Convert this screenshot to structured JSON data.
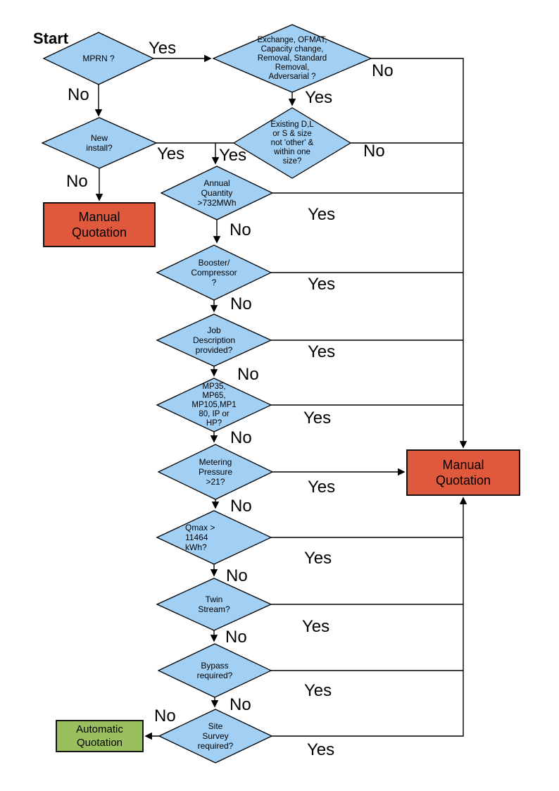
{
  "colors": {
    "decision_fill": "#A2CFF4",
    "manual_fill": "#E0593C",
    "automatic_fill": "#9ABF5F",
    "line": "#000000",
    "background": "#FFFFFF"
  },
  "nodes": {
    "start": {
      "type": "label",
      "label": "Start"
    },
    "mprn": {
      "type": "decision",
      "label": "MPRN ?"
    },
    "exchange": {
      "type": "decision",
      "label": "Exchange, OFMAT,\nCapacity change,\nRemoval, Standard\nRemoval,\nAdversarial ?"
    },
    "new_install": {
      "type": "decision",
      "label": "New\ninstall?"
    },
    "existing_size": {
      "type": "decision",
      "label": "Existing D,L\nor S & size\nnot 'other' &\nwithin one\nsize?"
    },
    "annual_quantity": {
      "type": "decision",
      "label": "Annual\nQuantity\n>732MWh"
    },
    "booster": {
      "type": "decision",
      "label": "Booster/\nCompressor\n?"
    },
    "job_description": {
      "type": "decision",
      "label": "Job\nDescription\nprovided?"
    },
    "mp_tier": {
      "type": "decision",
      "label": "MP35,\nMP65,\nMP105,MP1\n80, IP or\nHP?"
    },
    "metering_pressure": {
      "type": "decision",
      "label": "Metering\nPressure\n>21?"
    },
    "qmax": {
      "type": "decision",
      "label": "Qmax >\n11464\nkWh?"
    },
    "twin_stream": {
      "type": "decision",
      "label": "Twin\nStream?"
    },
    "bypass": {
      "type": "decision",
      "label": "Bypass\nrequired?"
    },
    "site_survey": {
      "type": "decision",
      "label": "Site\nSurvey\nrequired?"
    },
    "manual_quotation_left": {
      "type": "terminal",
      "label": "Manual\nQuotation"
    },
    "manual_quotation_right": {
      "type": "terminal",
      "label": "Manual\nQuotation"
    },
    "automatic_quotation": {
      "type": "terminal",
      "label": "Automatic\nQuotation"
    }
  },
  "edges": [
    {
      "from": "mprn",
      "to": "exchange",
      "label": "Yes"
    },
    {
      "from": "mprn",
      "to": "new_install",
      "label": "No"
    },
    {
      "from": "exchange",
      "to": "existing_size",
      "label": "Yes"
    },
    {
      "from": "exchange",
      "to": "manual_quotation_right",
      "label": "No"
    },
    {
      "from": "new_install",
      "to": "annual_quantity",
      "label": "Yes"
    },
    {
      "from": "new_install",
      "to": "manual_quotation_left",
      "label": "No"
    },
    {
      "from": "existing_size",
      "to": "annual_quantity",
      "label": "Yes"
    },
    {
      "from": "existing_size",
      "to": "manual_quotation_right",
      "label": "No"
    },
    {
      "from": "annual_quantity",
      "to": "manual_quotation_right",
      "label": "Yes"
    },
    {
      "from": "annual_quantity",
      "to": "booster",
      "label": "No"
    },
    {
      "from": "booster",
      "to": "manual_quotation_right",
      "label": "Yes"
    },
    {
      "from": "booster",
      "to": "job_description",
      "label": "No"
    },
    {
      "from": "job_description",
      "to": "manual_quotation_right",
      "label": "Yes"
    },
    {
      "from": "job_description",
      "to": "mp_tier",
      "label": "No"
    },
    {
      "from": "mp_tier",
      "to": "manual_quotation_right",
      "label": "Yes"
    },
    {
      "from": "mp_tier",
      "to": "metering_pressure",
      "label": "No"
    },
    {
      "from": "metering_pressure",
      "to": "manual_quotation_right",
      "label": "Yes"
    },
    {
      "from": "metering_pressure",
      "to": "qmax",
      "label": "No"
    },
    {
      "from": "qmax",
      "to": "manual_quotation_right",
      "label": "Yes"
    },
    {
      "from": "qmax",
      "to": "twin_stream",
      "label": "No"
    },
    {
      "from": "twin_stream",
      "to": "manual_quotation_right",
      "label": "Yes"
    },
    {
      "from": "twin_stream",
      "to": "bypass",
      "label": "No"
    },
    {
      "from": "bypass",
      "to": "manual_quotation_right",
      "label": "Yes"
    },
    {
      "from": "bypass",
      "to": "site_survey",
      "label": "No"
    },
    {
      "from": "site_survey",
      "to": "manual_quotation_right",
      "label": "Yes"
    },
    {
      "from": "site_survey",
      "to": "automatic_quotation",
      "label": "No"
    }
  ]
}
